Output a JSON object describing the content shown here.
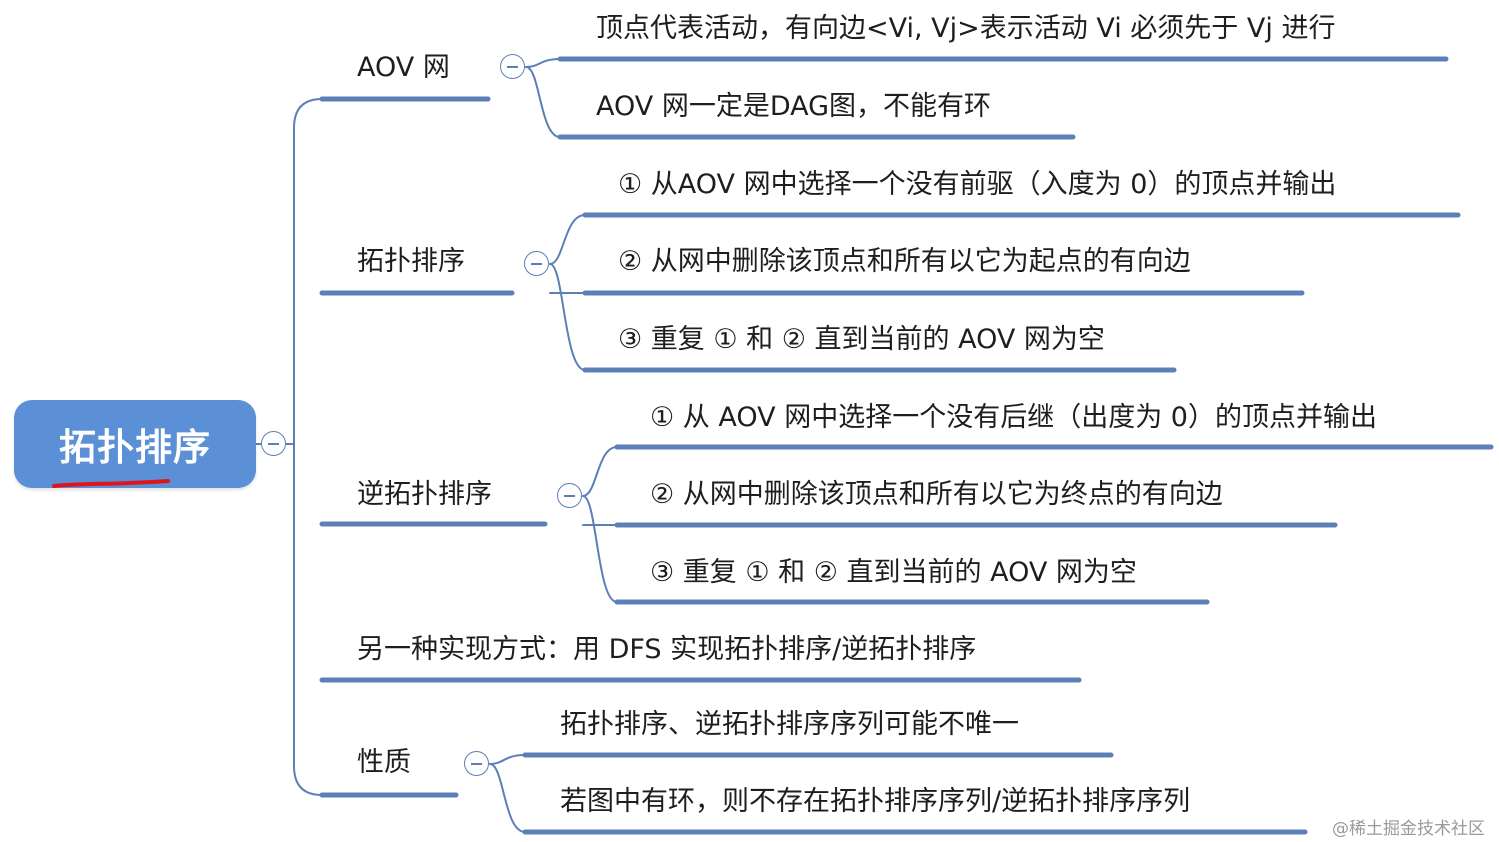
{
  "colors": {
    "root_fill": "#5b8fd6",
    "branch_line": "#5b7fb6",
    "annotation_red": "#e0151b"
  },
  "root": {
    "label": "拓扑排序"
  },
  "branches": [
    {
      "label": "AOV 网",
      "children": [
        "顶点代表活动，有向边<Vi, Vj>表示活动 Vi 必须先于 Vj 进行",
        "AOV 网一定是DAG图，不能有环"
      ]
    },
    {
      "label": "拓扑排序",
      "children": [
        "① 从AOV 网中选择一个没有前驱（入度为 0）的顶点并输出",
        "② 从网中删除该顶点和所有以它为起点的有向边",
        "③ 重复 ① 和 ② 直到当前的 AOV 网为空"
      ]
    },
    {
      "label": "逆拓扑排序",
      "children": [
        "① 从 AOV 网中选择一个没有后继（出度为 0）的顶点并输出",
        "② 从网中删除该顶点和所有以它为终点的有向边",
        "③ 重复 ① 和 ② 直到当前的 AOV 网为空"
      ]
    },
    {
      "label": "另一种实现方式：用 DFS 实现拓扑排序/逆拓扑排序",
      "children": []
    },
    {
      "label": "性质",
      "children": [
        "拓扑排序、逆拓扑排序序列可能不唯一",
        "若图中有环，则不存在拓扑排序序列/逆拓扑排序序列"
      ]
    }
  ],
  "watermark": "@稀土掘金技术社区"
}
